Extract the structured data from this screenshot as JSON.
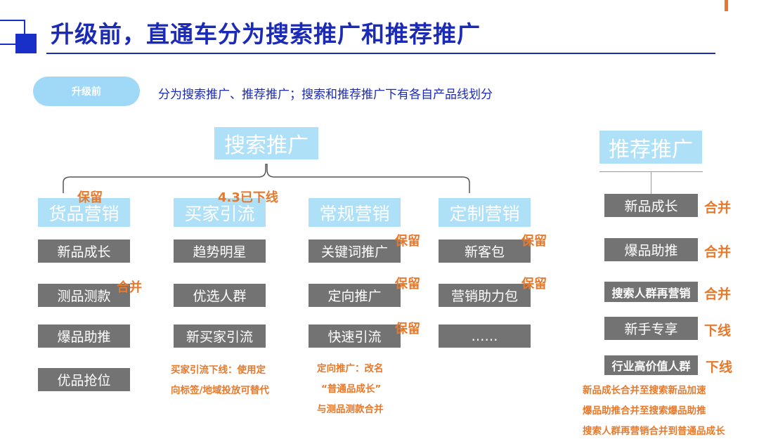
{
  "header": {
    "title": "升级前，直通车分为搜索推广和推荐推广"
  },
  "badge": {
    "label": "升级前"
  },
  "subtitle": "分为搜索推广、推荐推广；搜索和推荐推广下有各自产品线划分",
  "search": {
    "title": "搜索推广",
    "categories": [
      {
        "title": "货品营销",
        "tag": "保留",
        "items": [
          {
            "label": "新品成长"
          },
          {
            "label": "测品测款",
            "tag": "合并"
          },
          {
            "label": "爆品助推"
          },
          {
            "label": "优品抢位"
          }
        ]
      },
      {
        "title": "买家引流",
        "tag": "4.3已下线",
        "items": [
          {
            "label": "趋势明星"
          },
          {
            "label": "优选人群"
          },
          {
            "label": "新买家引流"
          }
        ],
        "note": [
          "买家引流下线：使用定",
          "向标签/地域投放可替代"
        ]
      },
      {
        "title": "常规营销",
        "items": [
          {
            "label": "关键词推广",
            "tag": "保留"
          },
          {
            "label": "定向推广",
            "tag": "保留"
          },
          {
            "label": "快速引流",
            "tag": "保留"
          }
        ],
        "note": [
          "定向推广：改名",
          "“普通品成长”",
          "与测品测款合并"
        ]
      },
      {
        "title": "定制营销",
        "items": [
          {
            "label": "新客包",
            "tag": "保留"
          },
          {
            "label": "营销助力包",
            "tag": "保留"
          },
          {
            "label": "……"
          }
        ]
      }
    ]
  },
  "recommend": {
    "title": "推荐推广",
    "items": [
      {
        "label": "新品成长",
        "tag": "合并"
      },
      {
        "label": "爆品助推",
        "tag": "合并"
      },
      {
        "label": "搜索人群再营销",
        "tag": "合并"
      },
      {
        "label": "新手专享",
        "tag": "下线"
      },
      {
        "label": "行业高价值人群",
        "tag": "下线"
      }
    ],
    "notes": [
      "新品成长合并至搜索新品加速",
      "爆品助推合并至搜索爆品助推",
      "搜索人群再营销合并到普通品成长"
    ]
  }
}
